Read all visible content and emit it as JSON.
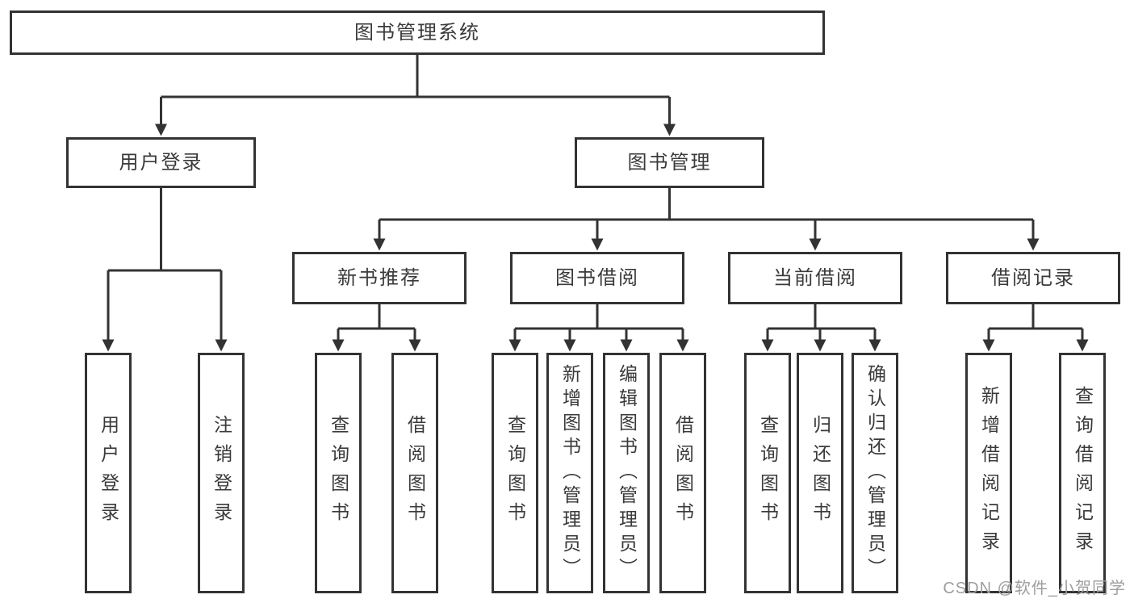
{
  "diagram": {
    "root": {
      "label": "图书管理系统"
    },
    "level2": [
      {
        "label": "用户登录"
      },
      {
        "label": "图书管理"
      }
    ],
    "level3": [
      {
        "label": "新书推荐"
      },
      {
        "label": "图书借阅"
      },
      {
        "label": "当前借阅"
      },
      {
        "label": "借阅记录"
      }
    ],
    "leaves": [
      {
        "label": "用户登录",
        "parent": "用户登录"
      },
      {
        "label": "注销登录",
        "parent": "用户登录"
      },
      {
        "label": "查询图书",
        "parent": "新书推荐"
      },
      {
        "label": "借阅图书",
        "parent": "新书推荐"
      },
      {
        "label": "查询图书",
        "parent": "图书借阅"
      },
      {
        "label": "新增图书（管理员）",
        "parent": "图书借阅"
      },
      {
        "label": "编辑图书（管理员）",
        "parent": "图书借阅"
      },
      {
        "label": "借阅图书",
        "parent": "图书借阅"
      },
      {
        "label": "查询图书",
        "parent": "当前借阅"
      },
      {
        "label": "归还图书",
        "parent": "当前借阅"
      },
      {
        "label": "确认归还（管理员）",
        "parent": "当前借阅"
      },
      {
        "label": "新增借阅记录",
        "parent": "借阅记录"
      },
      {
        "label": "查询借阅记录",
        "parent": "借阅记录"
      }
    ],
    "watermark": "CSDN @软件_小贺同学",
    "colors": {
      "line": "#333333",
      "text": "#3a3a3a",
      "watermark": "#9e9e9e",
      "background": "#ffffff"
    }
  }
}
